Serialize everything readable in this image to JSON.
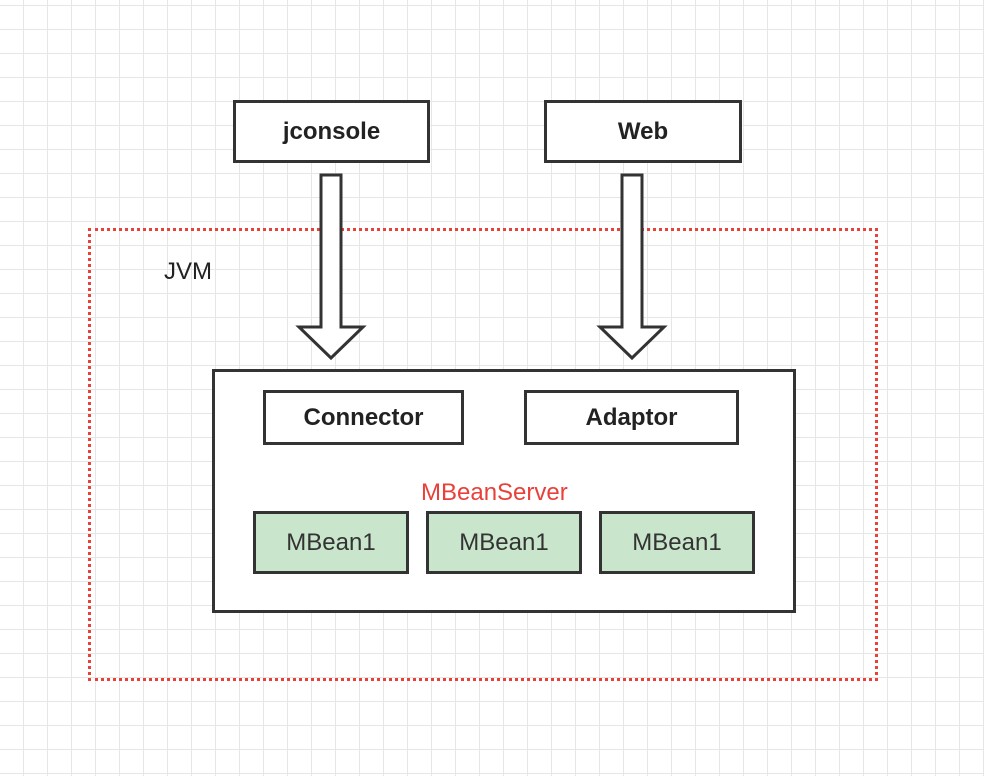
{
  "clients": {
    "jconsole": "jconsole",
    "web": "Web"
  },
  "jvm": {
    "label": "JVM"
  },
  "mbean_server": {
    "connector": "Connector",
    "adaptor": "Adaptor",
    "label": "MBeanServer",
    "mbeans": [
      "MBean1",
      "MBean1",
      "MBean1"
    ]
  },
  "colors": {
    "jvm_border": "#e8413a",
    "server_label": "#e8413a",
    "mbean_fill": "#c9e6cc",
    "box_border": "#333333"
  }
}
